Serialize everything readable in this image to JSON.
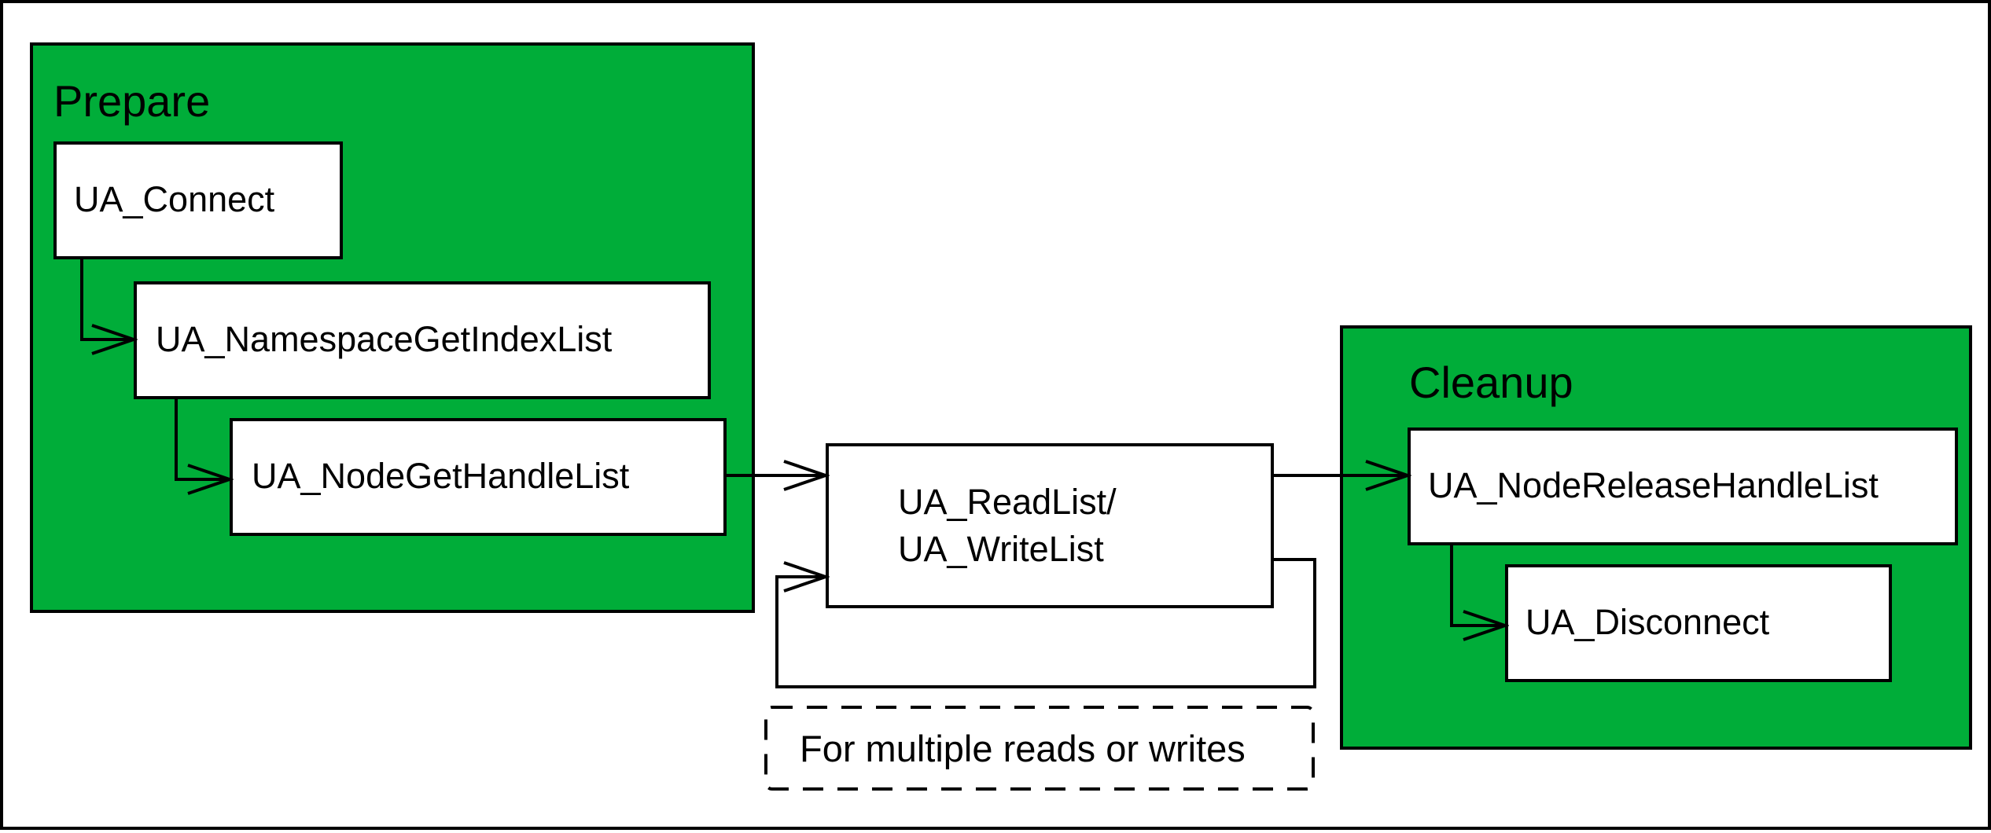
{
  "colors": {
    "group_fill": "#00ad39",
    "box_fill": "#ffffff",
    "stroke": "#000000"
  },
  "groups": {
    "prepare": {
      "title": "Prepare"
    },
    "cleanup": {
      "title": "Cleanup"
    }
  },
  "nodes": {
    "connect": "UA_Connect",
    "namespace_get_index_list": "UA_NamespaceGetIndexList",
    "node_get_handle_list": "UA_NodeGetHandleList",
    "read_list": "UA_ReadList/",
    "write_list": "UA_WriteList",
    "node_release_handle_list": "UA_NodeReleaseHandleList",
    "disconnect": "UA_Disconnect"
  },
  "loop_note": "For multiple reads or writes"
}
